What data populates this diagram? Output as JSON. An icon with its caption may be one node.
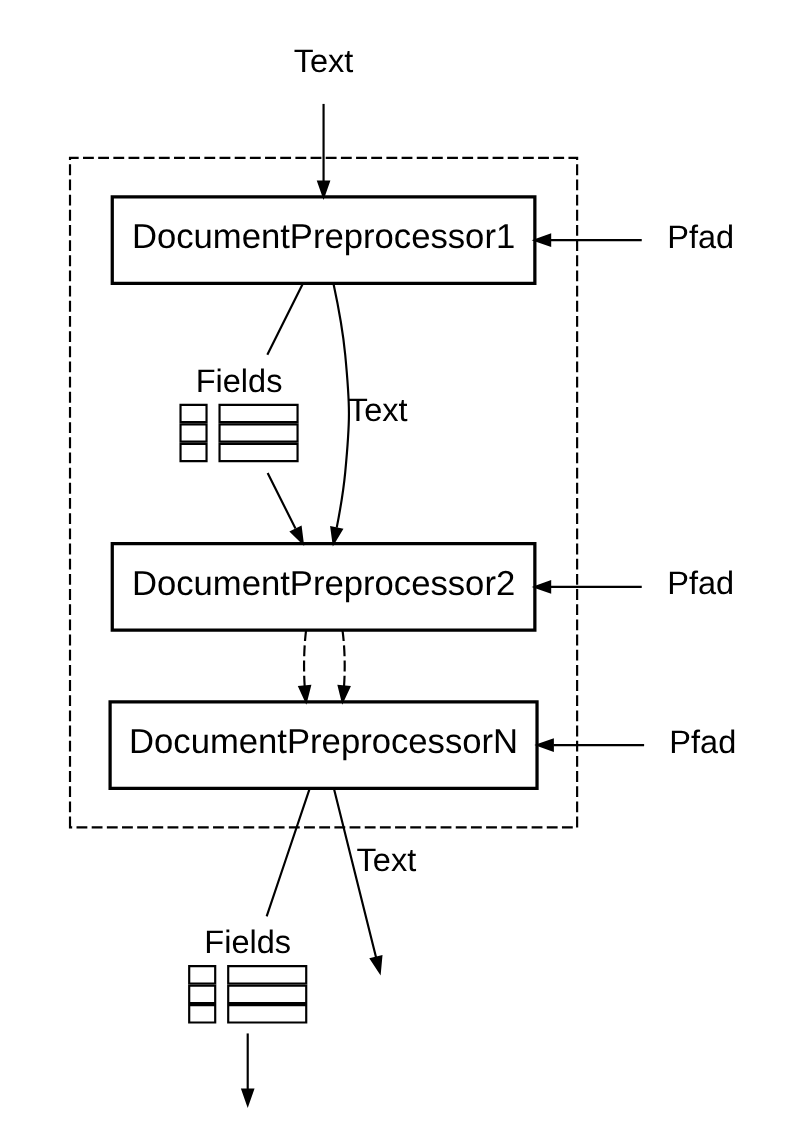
{
  "diagram": {
    "nodes": [
      {
        "text": [
          "Text"
        ]
      },
      {
        "text": [],
        "shape": "box"
      },
      {
        "text": [
          "Pfad"
        ]
      },
      {
        "text": [
          "DocumentPreprocessor1"
        ],
        "in": 1
      },
      {
        "text": [],
        "shape": "picture",
        "beside": [
          "Fields"
        ],
        "in": 1
      },
      {
        "text": [
          "Pfad"
        ]
      },
      {
        "text": [
          "DocumentPreprocessor2"
        ],
        "in": 1
      },
      {
        "text": [
          "Pfad"
        ]
      },
      {
        "text": [
          "DocumentPreprocessorN"
        ],
        "in": 1
      },
      {
        "text": [],
        "shape": "picture",
        "beside": [
          "Fields"
        ]
      }
    ],
    "edges": [
      {
        "from": 0,
        "to": 3,
        "arrow": "to"
      },
      {
        "from": 2,
        "to": 3,
        "arrow": "to"
      },
      {
        "from": 3,
        "to": 6,
        "arrow": "to",
        "label": "Text"
      },
      {
        "from": 3,
        "to": 4,
        "arrow": "none"
      },
      {
        "from": 4,
        "to": 6,
        "arrow": "to"
      },
      {
        "from": 5,
        "to": 6,
        "arrow": "to"
      },
      {
        "from": 6,
        "to": 8,
        "arrow": "to",
        "style": "dashed"
      },
      {
        "from": 6,
        "to": 8,
        "arrow": "to",
        "style": "dashed"
      },
      {
        "from": 7,
        "to": 8,
        "arrow": "to"
      },
      {
        "from": 8,
        "to": null,
        "arrow": "to",
        "label": "Text"
      },
      {
        "from": 8,
        "to": 9,
        "arrow": "none"
      },
      {
        "from": 9,
        "to": null,
        "arrow": "to"
      }
    ]
  }
}
